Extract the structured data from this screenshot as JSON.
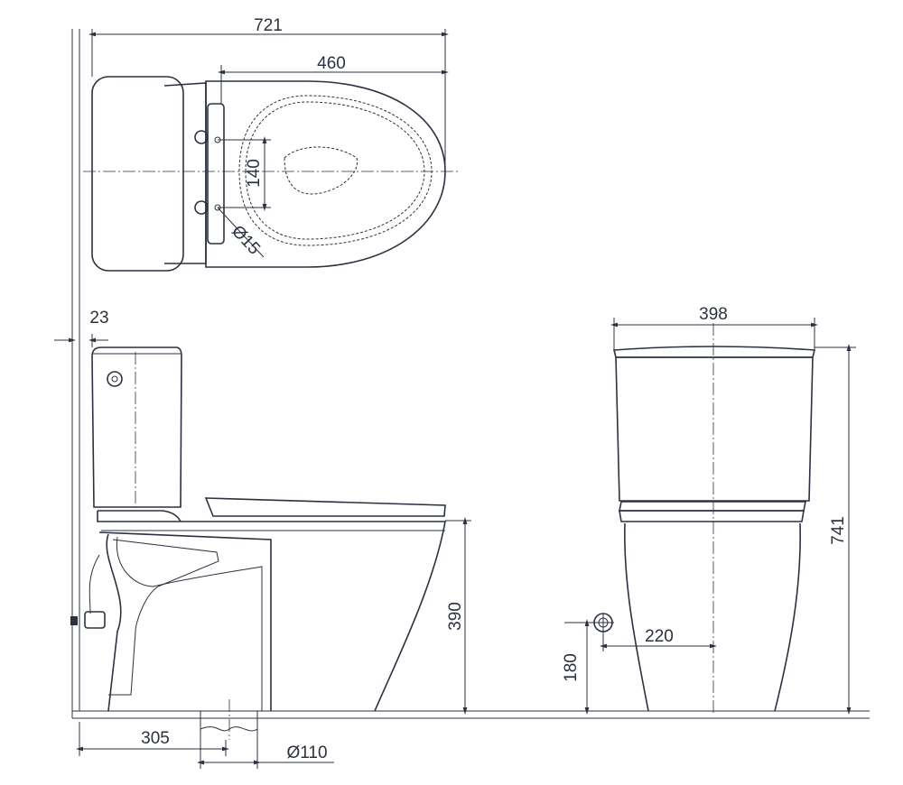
{
  "dimensions": {
    "overall_depth": "721",
    "seat_length": "460",
    "seat_fixing_spacing": "140",
    "seat_fixing_hole": "Ø15",
    "wall_gap": "23",
    "rim_height": "390",
    "outlet_distance": "305",
    "outlet_diameter": "Ø110",
    "tank_width": "398",
    "overall_height": "741",
    "inlet_offset": "220",
    "inlet_height": "180"
  }
}
